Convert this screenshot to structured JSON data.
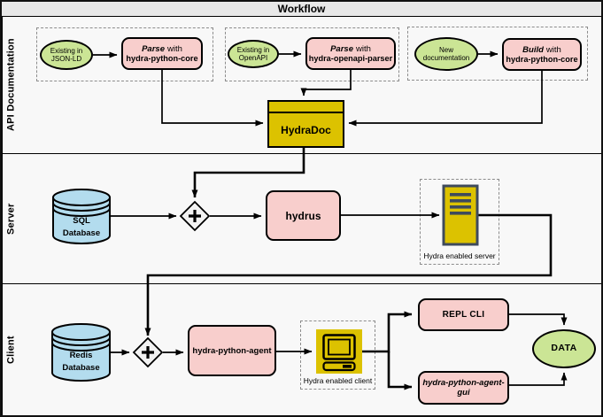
{
  "title": "Workflow",
  "lanes": [
    {
      "label": "API Documentation"
    },
    {
      "label": "Server"
    },
    {
      "label": "Client"
    }
  ],
  "api_doc": {
    "groups": [
      {
        "source": "Existing in\nJSON-LD",
        "action": "Parse",
        "connector": "with",
        "tool": "hydra-python-core"
      },
      {
        "source": "Existing in\nOpenAPI",
        "action": "Parse",
        "connector": "with",
        "tool": "hydra-openapi-parser"
      },
      {
        "source": "New\ndocumentation",
        "action": "Build",
        "connector": "with",
        "tool": "hydra-python-core"
      }
    ],
    "hydradoc": "HydraDoc"
  },
  "server": {
    "database": "SQL\nDatabase",
    "process": "hydrus",
    "enabled_label": "Hydra enabled server"
  },
  "client": {
    "database": "Redis\nDatabase",
    "process": "hydra-python-agent",
    "enabled_label": "Hydra enabled client",
    "repl": "REPL CLI",
    "gui": "hydra-python-agent-\ngui",
    "data": "DATA"
  },
  "icons": {
    "gateway": "plus-gateway-icon",
    "database": "database-cylinder-icon",
    "server": "server-icon",
    "client": "computer-icon"
  },
  "colors": {
    "task_fill": "#f8cecc",
    "event_fill": "#cbe595",
    "artifact_fill": "#dcc200",
    "database_fill": "#b3dcee",
    "gateway_fill": "#f2f2f2",
    "title_bar_bg": "#e8e8e8",
    "stroke": "#000000",
    "server_icon_accent": "#3e4a5c"
  }
}
